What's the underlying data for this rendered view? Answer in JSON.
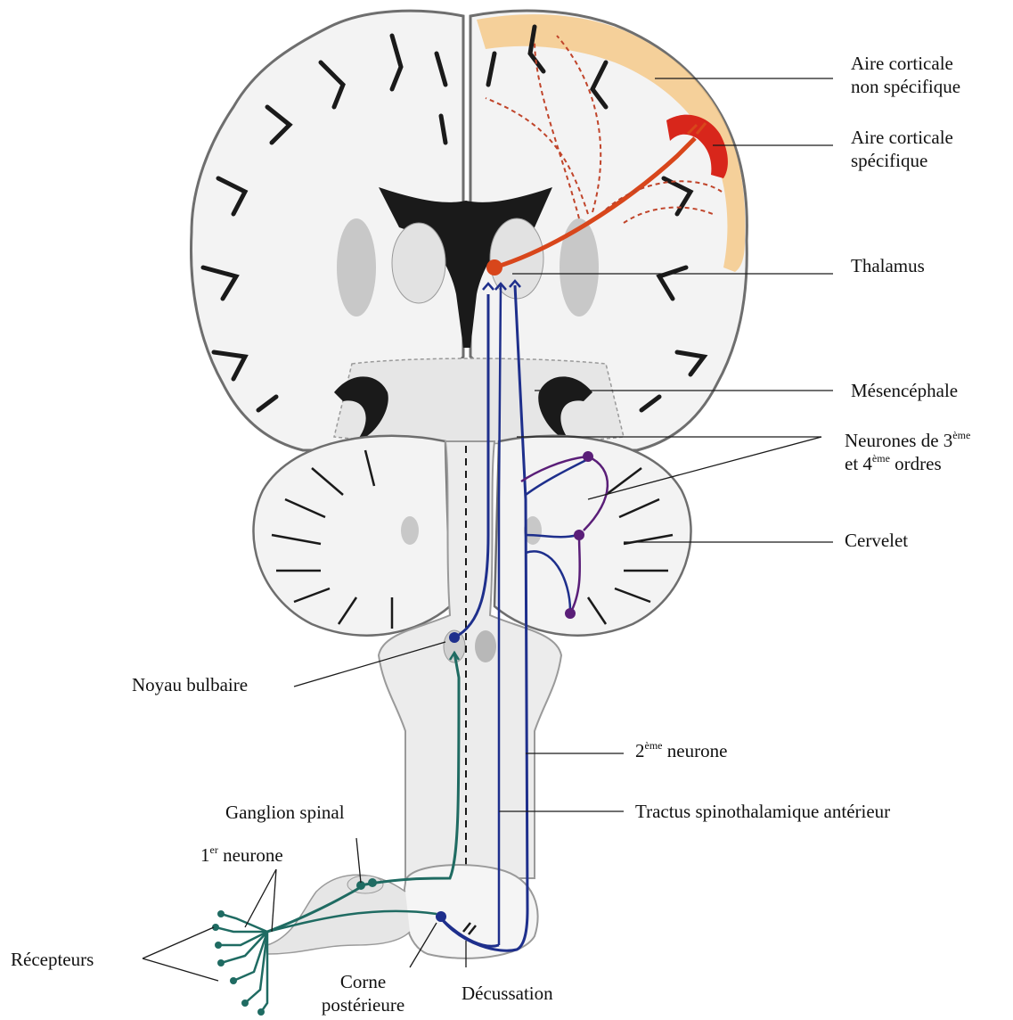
{
  "labels": {
    "aire_ns_1": "Aire corticale",
    "aire_ns_2": "non spécifique",
    "aire_s_1": "Aire corticale",
    "aire_s_2": "spécifique",
    "thalamus": "Thalamus",
    "mesencephale": "Mésencéphale",
    "neurones_a_num": "Neurones de 3",
    "neurones_a_sup": "ème",
    "neurones_b_pre": "et 4",
    "neurones_b_sup": "ème",
    "neurones_b_post": " ordres",
    "cervelet": "Cervelet",
    "noyau_bulbaire": "Noyau bulbaire",
    "second_num": "2",
    "second_sup": "ème",
    "second_post": " neurone",
    "tractus": "Tractus spinothalamique antérieur",
    "ganglion": "Ganglion spinal",
    "premier_num": "1",
    "premier_sup": "er",
    "premier_post": " neurone",
    "recepteurs": "Récepteurs",
    "corne_1": "Corne",
    "corne_2": "postérieure",
    "decussation": "Décussation"
  },
  "colors": {
    "brain_outline": "#6e6e6e",
    "brain_fill": "#f3f3f3",
    "cortex_highlight": "#f4c98a",
    "specific_area": "#d8261b",
    "thalamic_neuron": "#d8461b",
    "second_neuron": "#1e2f8c",
    "third_fourth_neuron": "#5a1e78",
    "first_neuron": "#1f6b62",
    "ventricle": "#1a1a1a"
  }
}
